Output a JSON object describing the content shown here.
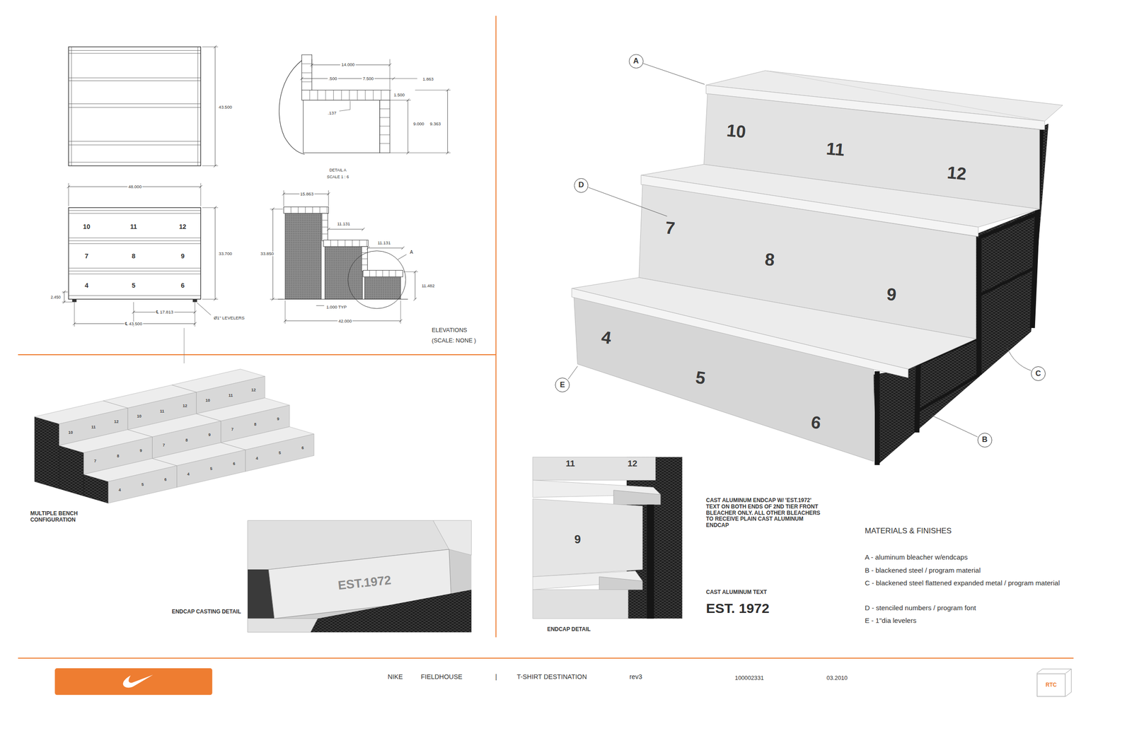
{
  "diagram": {
    "nodes": [
      {
        "text": [
          "A"
        ]
      },
      {
        "text": [
          "D"
        ]
      },
      {
        "text": [
          "C"
        ]
      },
      {
        "text": [
          "E"
        ]
      },
      {
        "text": [
          "B"
        ]
      },
      {
        "text": [
          "RTC"
        ]
      }
    ],
    "labels": [
      "43.500",
      "48.000",
      "33.700",
      "10",
      "11",
      "12",
      "7",
      "8",
      "9",
      "4",
      "5",
      "6",
      "2.450",
      "℄ 17.813",
      "℄ 43.500",
      "Ø1\" LEVELERS",
      "14.000",
      ".500",
      "7.500",
      "1.863",
      "1.500",
      ".137",
      "9.000",
      "9.363",
      "DETAIL A",
      "SCALE 1 : 6",
      "15.863",
      "11.131",
      "11.131",
      "33.850",
      "11.482",
      "1.000 TYP",
      "42.000",
      "A",
      "ELEVATIONS",
      "(SCALE: NONE )",
      "4",
      "5",
      "6",
      "7",
      "8",
      "9",
      "10",
      "11",
      "12",
      "4",
      "5",
      "6",
      "7",
      "8",
      "9",
      "10",
      "11",
      "12",
      "4",
      "5",
      "6",
      "7",
      "8",
      "9",
      "10",
      "11",
      "12",
      "MULTIPLE BENCH CONFIGURATION",
      "ENDCAP CASTING DETAIL",
      "EST.1972",
      "10",
      "11",
      "12",
      "7",
      "8",
      "9",
      "4",
      "5",
      "6",
      "11",
      "12",
      "9",
      "ENDCAP DETAIL",
      "CAST ALUMINUM ENDCAP W/ 'EST.1972' TEXT ON BOTH ENDS OF 2ND TIER FRONT BLEACHER ONLY. ALL OTHER BLEACHERS TO RECEIVE PLAIN CAST ALUMINUM ENDCAP",
      "CAST ALUMINUM TEXT",
      "EST. 1972",
      "MATERIALS & FINISHES",
      "A - aluminum bleacher w/endcaps",
      "B - blackened steel / program material",
      "C - blackened steel flattened expanded metal / program material",
      "D - stenciled numbers / program font",
      "E - 1\"dia levelers",
      "NIKE",
      "FIELDHOUSE",
      "|",
      "T-SHIRT DESTINATION",
      "rev3",
      "100002331",
      "03.2010"
    ]
  }
}
